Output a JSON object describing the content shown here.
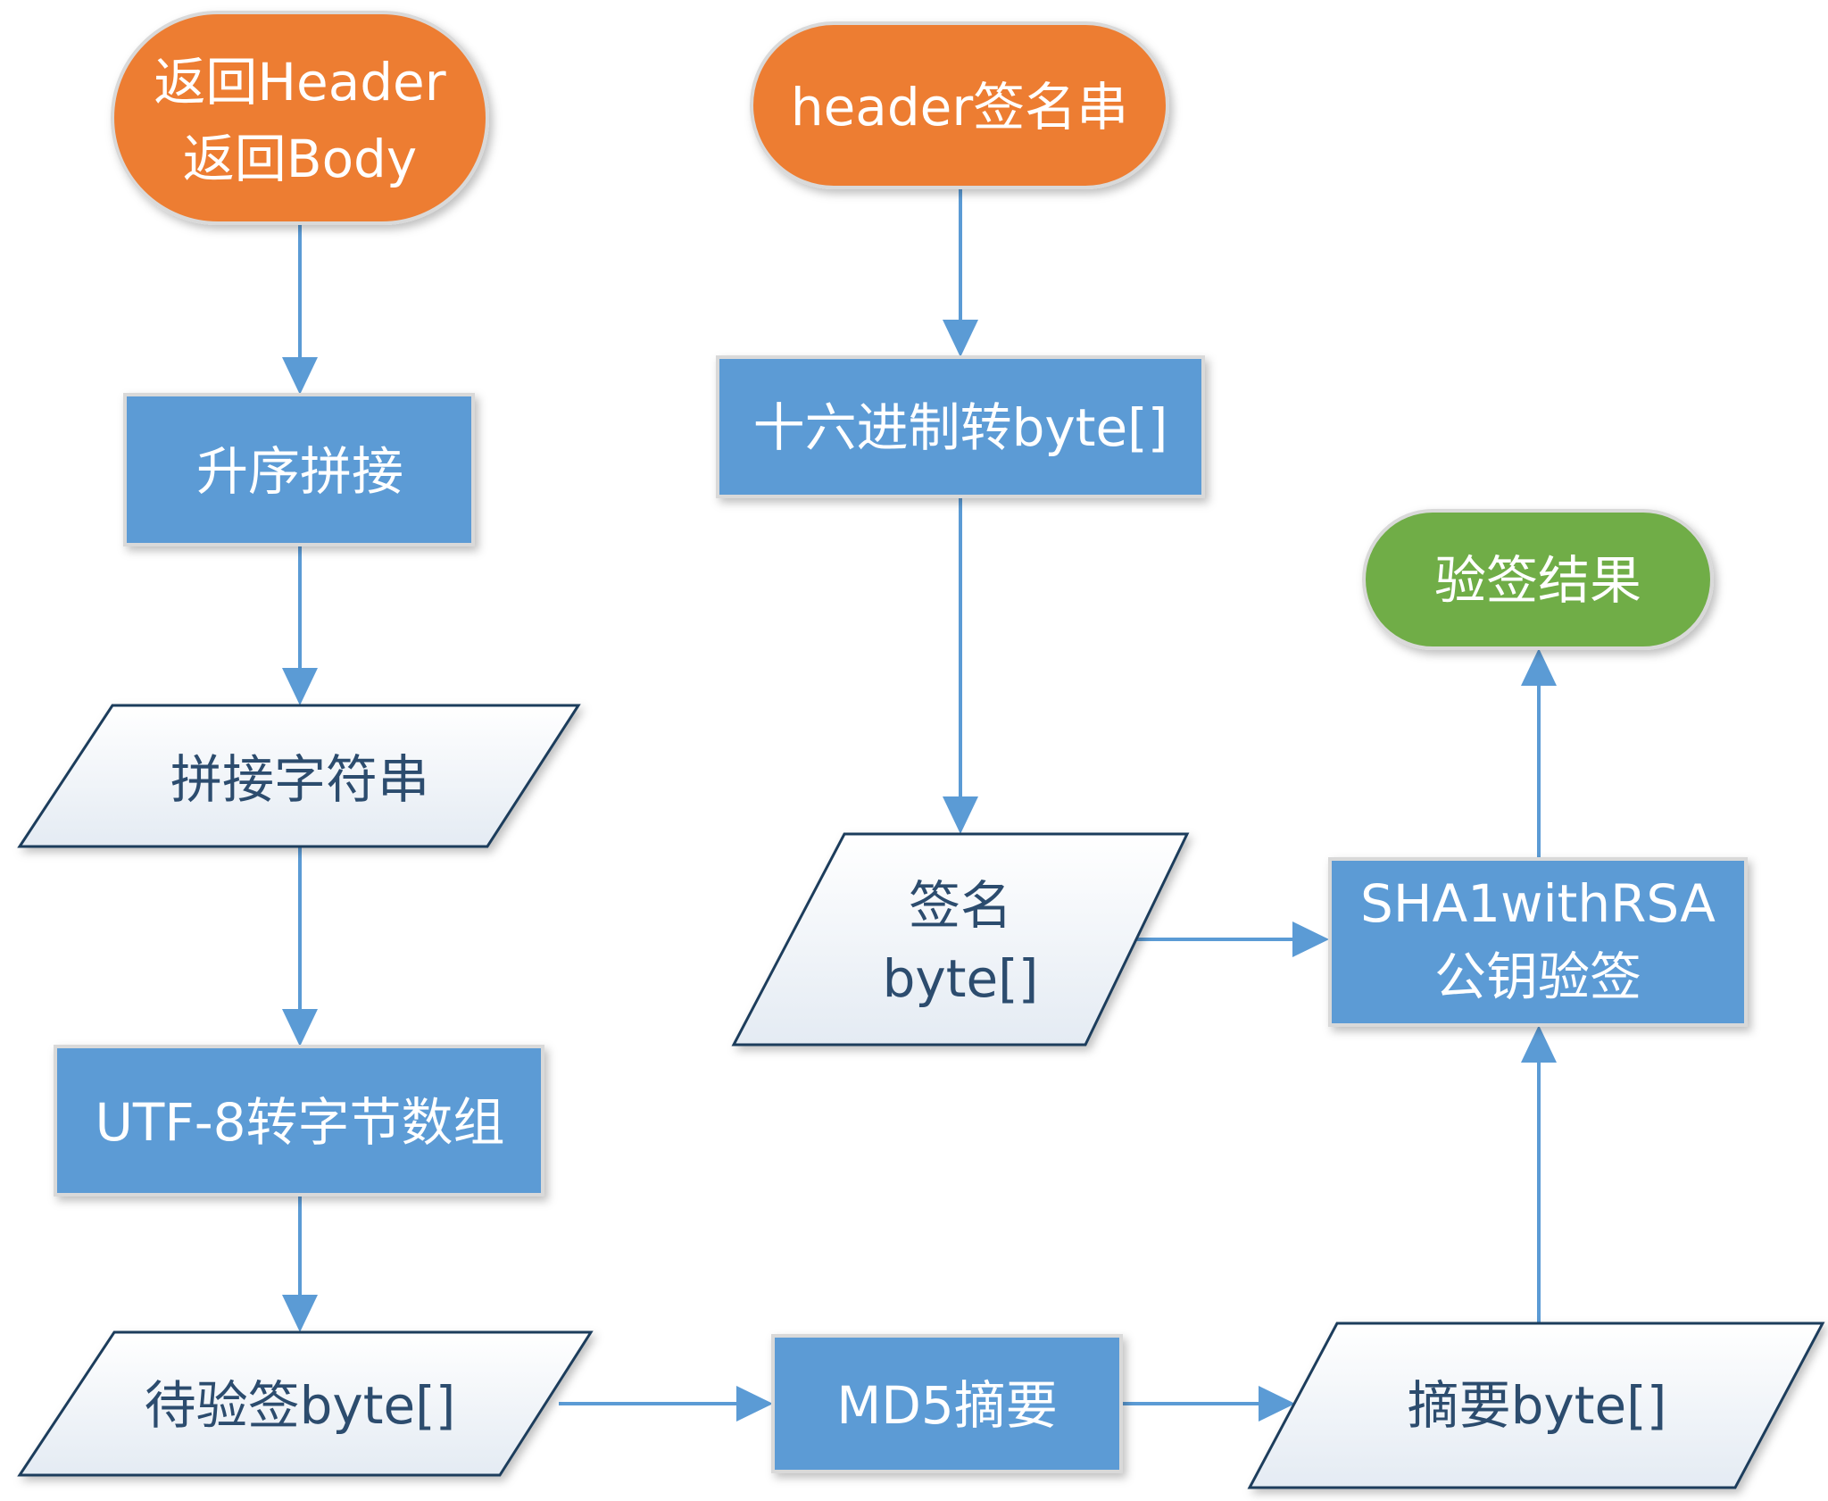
{
  "colors": {
    "terminator_orange": "#ed7d31",
    "terminator_green": "#70ad47",
    "process_blue": "#5b9bd5",
    "connector": "#5b9bd5",
    "data_fill_top": "#ffffff",
    "data_fill_bottom": "#e4ebf3",
    "data_stroke": "#1f3d5c",
    "data_text": "#2c4c6e"
  },
  "nodes": {
    "start_left": {
      "line1": "返回Header",
      "line2": "返回Body"
    },
    "start_right": {
      "label": "header签名串"
    },
    "sort_concat": {
      "label": "升序拼接"
    },
    "concat_string": {
      "label": "拼接字符串"
    },
    "utf8_bytes": {
      "label": "UTF-8转字节数组"
    },
    "pending_bytes": {
      "label": "待验签byte[]"
    },
    "md5_digest": {
      "label": "MD5摘要"
    },
    "digest_bytes": {
      "label": "摘要byte[]"
    },
    "hex_to_bytes": {
      "label": "十六进制转byte[]"
    },
    "signature_bytes": {
      "line1": "签名",
      "line2": "byte[]"
    },
    "rsa_verify": {
      "line1": "SHA1withRSA",
      "line2": "公钥验签"
    },
    "verify_result": {
      "label": "验签结果"
    }
  }
}
